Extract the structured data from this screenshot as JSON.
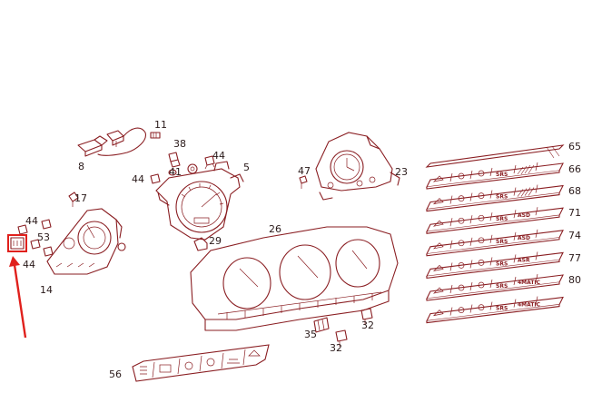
{
  "labels": {
    "l5": "5",
    "l8": "8",
    "l11": "11",
    "l14": "14",
    "l17": "17",
    "l23": "23",
    "l26": "26",
    "l29": "29",
    "l32a": "32",
    "l32b": "32",
    "l35": "35",
    "l38": "38",
    "l41": "41",
    "l44a": "44",
    "l44b": "44",
    "l44c": "44",
    "l44d": "44",
    "l47": "47",
    "l53": "53",
    "l56": "56",
    "l65": "65",
    "l66": "66",
    "l68": "68",
    "l71": "71",
    "l74": "74",
    "l77": "77",
    "l80": "80"
  },
  "strips": [
    {
      "code": "SRS",
      "extra": ""
    },
    {
      "code": "SRS",
      "extra": ""
    },
    {
      "code": "SRS",
      "extra": "ASD"
    },
    {
      "code": "SRS",
      "extra": "ASD"
    },
    {
      "code": "SRS",
      "extra": "ASR"
    },
    {
      "code": "SRS",
      "extra": "4MATIC"
    },
    {
      "code": "SRS",
      "extra": "4MATIC"
    }
  ],
  "highlight_color": "#e0201c",
  "line_color": "#8a1e22"
}
